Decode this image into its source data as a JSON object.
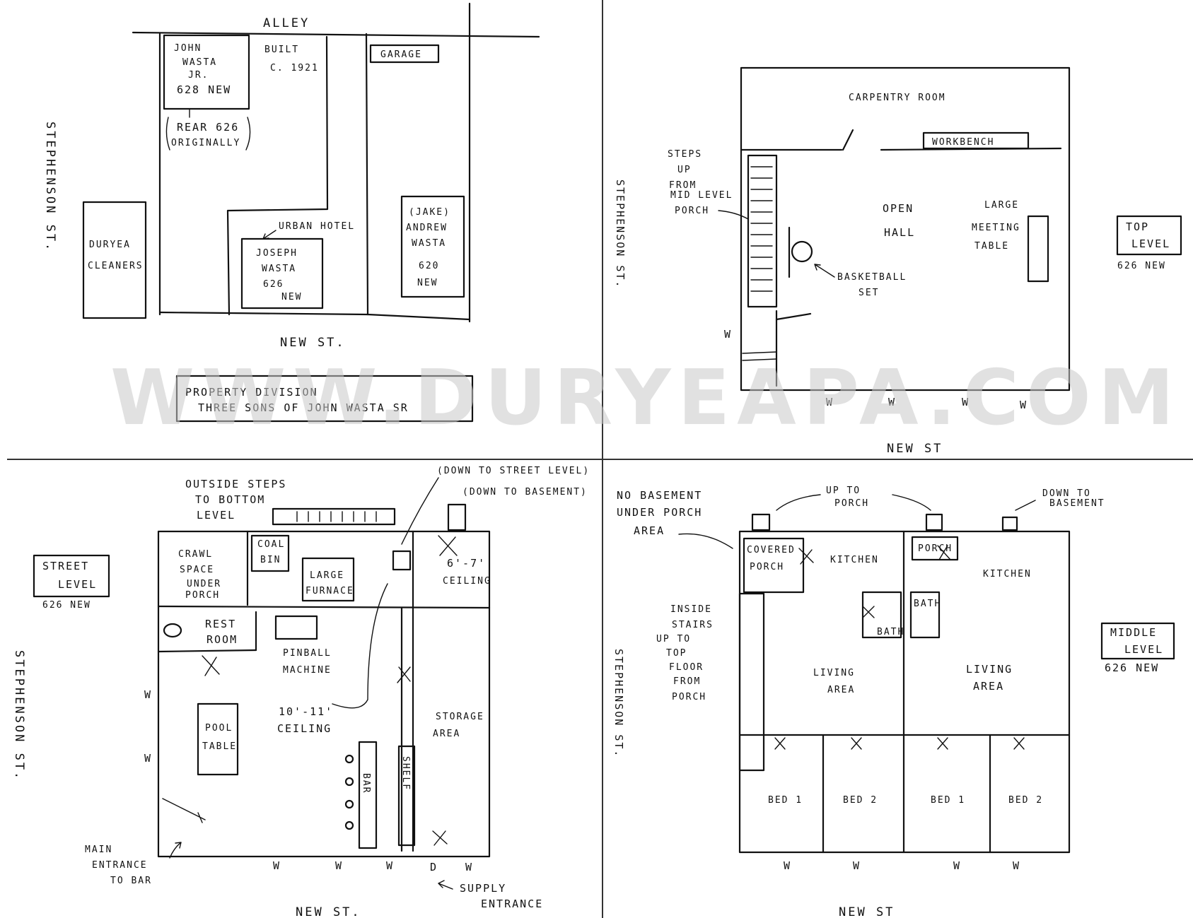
{
  "watermark": "WWW.DURYEAPA.COM",
  "panels": {
    "property": {
      "alley": "ALLEY",
      "built": [
        "BUILT",
        "C. 1921"
      ],
      "garage": "GARAGE",
      "john_jr": [
        "JOHN",
        "WASTA",
        "JR.",
        "628 NEW"
      ],
      "rear": [
        "REAR 626",
        "ORIGINALLY"
      ],
      "stephenson": "STEPHENSON ST.",
      "duryea": [
        "DURYEA",
        "CLEANERS"
      ],
      "urban_hotel": "URBAN HOTEL",
      "joseph": [
        "JOSEPH",
        "WASTA",
        "626",
        "NEW"
      ],
      "andrew": [
        "(JAKE)",
        "ANDREW",
        "WASTA",
        "620",
        "NEW"
      ],
      "new_st": "NEW ST.",
      "division": [
        "PROPERTY DIVISION",
        "THREE SONS OF JOHN WASTA SR"
      ]
    },
    "top": {
      "carpentry": "CARPENTRY ROOM",
      "workbench": "WORKBENCH",
      "steps": [
        "STEPS",
        "UP",
        "FROM",
        "MID LEVEL",
        "PORCH"
      ],
      "open_hall": [
        "OPEN",
        "HALL"
      ],
      "meeting": [
        "LARGE",
        "MEETING",
        "TABLE"
      ],
      "basketball": [
        "BASKETBALL",
        "SET"
      ],
      "level": [
        "TOP",
        "LEVEL"
      ],
      "level_sub": "626 NEW",
      "stephenson": "STEPHENSON ST.",
      "new_st": "NEW ST",
      "window": "W"
    },
    "street": {
      "outside_steps": [
        "OUTSIDE STEPS",
        "TO BOTTOM",
        "LEVEL"
      ],
      "down_street": "(DOWN TO STREET LEVEL)",
      "down_basement": "(DOWN TO BASEMENT)",
      "crawl": [
        "CRAWL",
        "SPACE",
        "UNDER",
        "PORCH"
      ],
      "coal": [
        "COAL",
        "BIN"
      ],
      "furnace": [
        "LARGE",
        "FURNACE"
      ],
      "ceiling_67": [
        "6'-7'",
        "CEILING"
      ],
      "level": [
        "STREET",
        "LEVEL"
      ],
      "level_sub": "626 NEW",
      "rest_room": [
        "REST",
        "ROOM"
      ],
      "pinball": [
        "PINBALL",
        "MACHINE"
      ],
      "ceiling_1011": [
        "10'-11'",
        "CEILING"
      ],
      "storage": [
        "STORAGE",
        "AREA"
      ],
      "pool": [
        "POOL",
        "TABLE"
      ],
      "bar": "BAR",
      "shelf": "SHELF",
      "main_entrance": [
        "MAIN",
        "ENTRANCE",
        "TO BAR"
      ],
      "supply": [
        "SUPPLY",
        "ENTRANCE"
      ],
      "stephenson": "STEPHENSON ST.",
      "new_st": "NEW ST.",
      "window": "W",
      "door": "D"
    },
    "middle": {
      "no_basement": [
        "NO BASEMENT",
        "UNDER PORCH",
        "AREA"
      ],
      "up_porch": [
        "UP TO",
        "PORCH"
      ],
      "down_basement": [
        "DOWN TO",
        "BASEMENT"
      ],
      "covered_porch": [
        "COVERED",
        "PORCH"
      ],
      "kitchen": "KITCHEN",
      "porch": "PORCH",
      "inside_stairs": [
        "INSIDE",
        "STAIRS",
        "UP TO",
        "TOP",
        "FLOOR",
        "FROM",
        "PORCH"
      ],
      "bath": "BATH",
      "living": [
        "LIVING",
        "AREA"
      ],
      "bed1": "BED 1",
      "bed2": "BED 2",
      "level": [
        "MIDDLE",
        "LEVEL"
      ],
      "level_sub": "626 NEW",
      "stephenson": "STEPHENSON ST.",
      "new_st": "NEW ST",
      "window": "W"
    }
  }
}
